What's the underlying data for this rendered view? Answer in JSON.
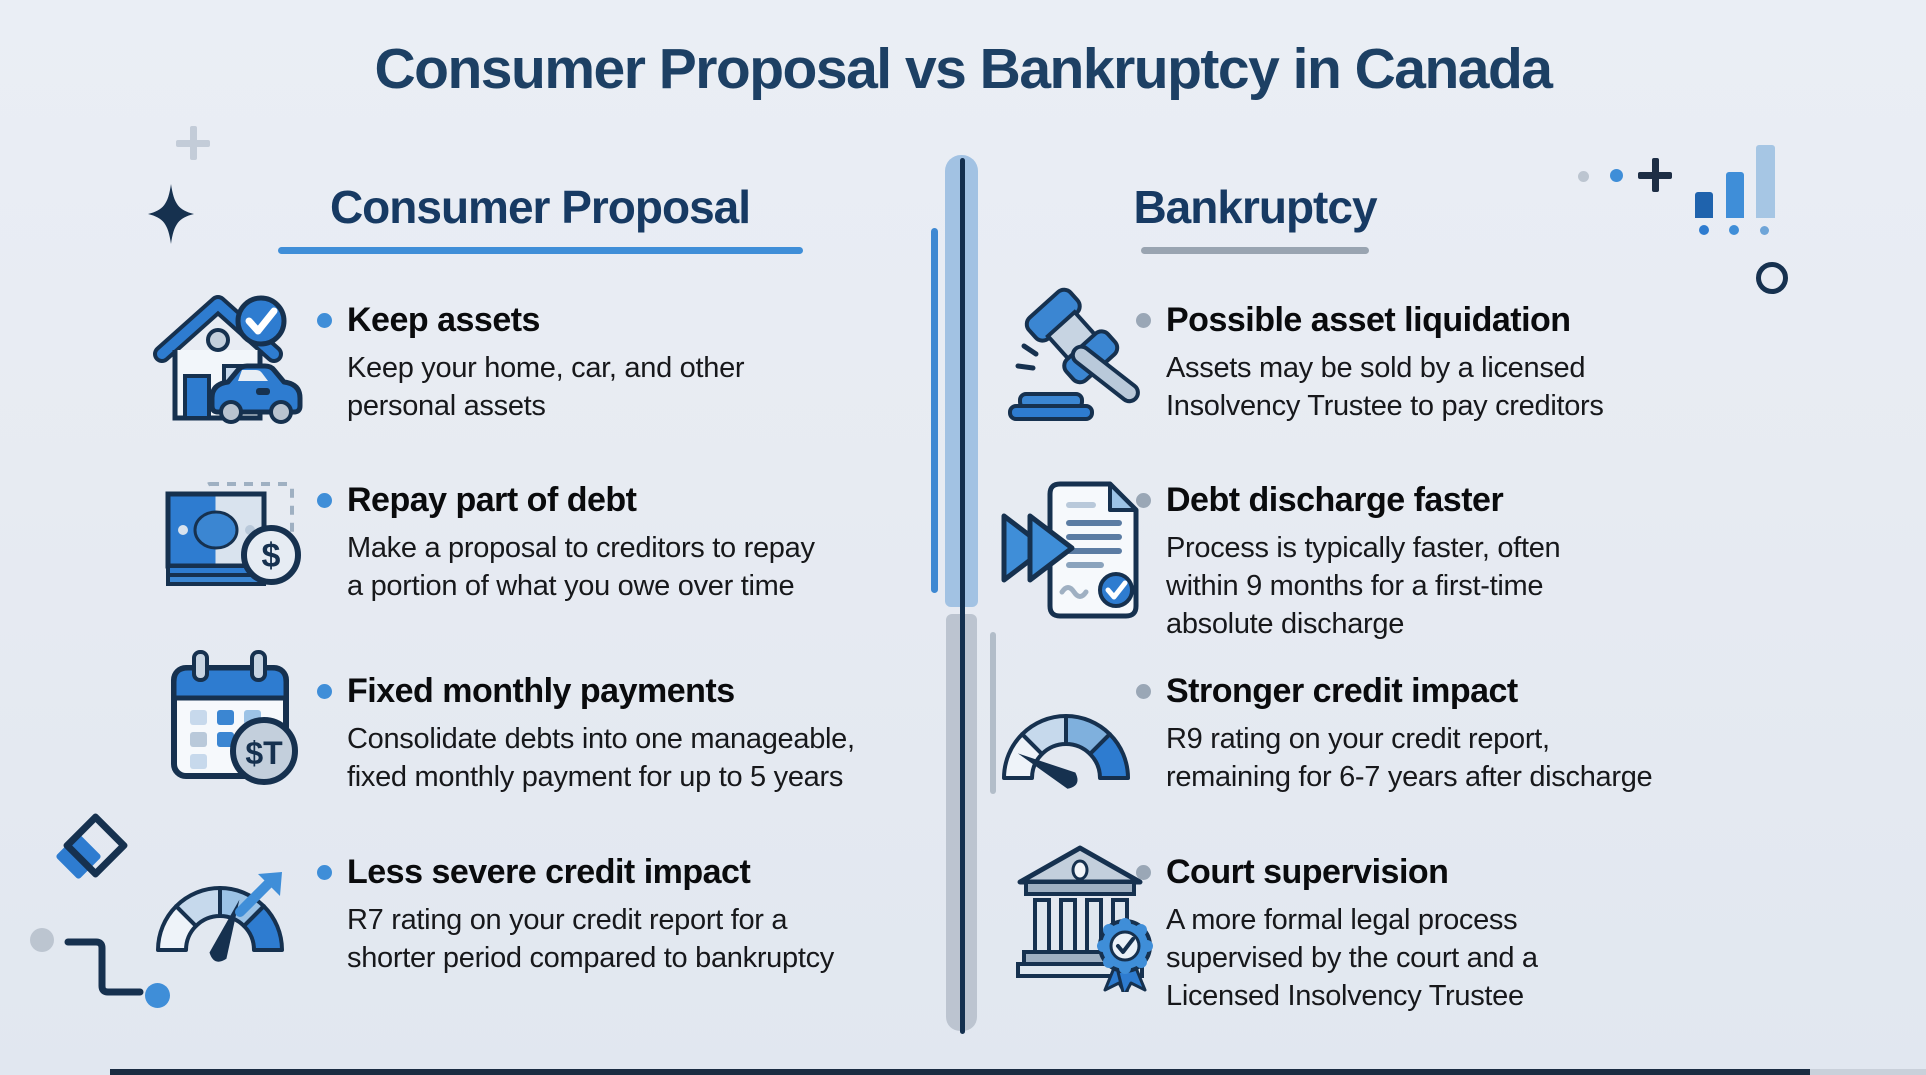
{
  "title": "Consumer Proposal vs Bankruptcy in Canada",
  "left_column": {
    "header": "Consumer Proposal",
    "items": [
      {
        "heading": "Keep assets",
        "description": "Keep your home, car, and other\npersonal assets",
        "icon": "house-car-check-icon"
      },
      {
        "heading": "Repay part of debt",
        "description": "Make a proposal to creditors to repay\na portion of what you owe over time",
        "icon": "banknote-coin-icon"
      },
      {
        "heading": "Fixed monthly payments",
        "description": "Consolidate debts into one manageable,\nfixed monthly payment for up to 5 years",
        "icon": "calendar-coin-icon"
      },
      {
        "heading": "Less severe credit impact",
        "description": "R7 rating on your credit report for a\nshorter period compared to bankruptcy",
        "icon": "gauge-arrow-up-icon"
      }
    ]
  },
  "right_column": {
    "header": "Bankruptcy",
    "items": [
      {
        "heading": "Possible asset liquidation",
        "description": "Assets may be sold by a licensed\nInsolvency Trustee to pay creditors",
        "icon": "gavel-icon"
      },
      {
        "heading": "Debt discharge faster",
        "description": "Process is typically faster, often\nwithin 9 months for a first-time\nabsolute discharge",
        "icon": "document-fast-forward-icon"
      },
      {
        "heading": "Stronger credit impact",
        "description": "R9 rating on your credit report,\nremaining for 6-7 years after discharge",
        "icon": "gauge-needle-icon"
      },
      {
        "heading": "Court supervision",
        "description": "A more formal legal process\nsupervised by the court and a\nLicensed Insolvency Trustee",
        "icon": "courthouse-seal-icon"
      }
    ]
  },
  "icon_badges": {
    "banknote_coin": "$",
    "calendar_coin": "$T"
  },
  "colors": {
    "title_navy": "#1d4064",
    "accent_blue": "#3f8ed8",
    "navy": "#16314f",
    "underline_blue": "#3f8ed8",
    "underline_gray": "#99a4b1",
    "bullet_left": "#3f8ed8",
    "bullet_right": "#9aa7b6"
  },
  "decorations": [
    "sparkle-icon",
    "plus-icon",
    "bar-chart-icon",
    "circle-outline-icon",
    "diamond-icon",
    "step-line-icon",
    "dots"
  ]
}
